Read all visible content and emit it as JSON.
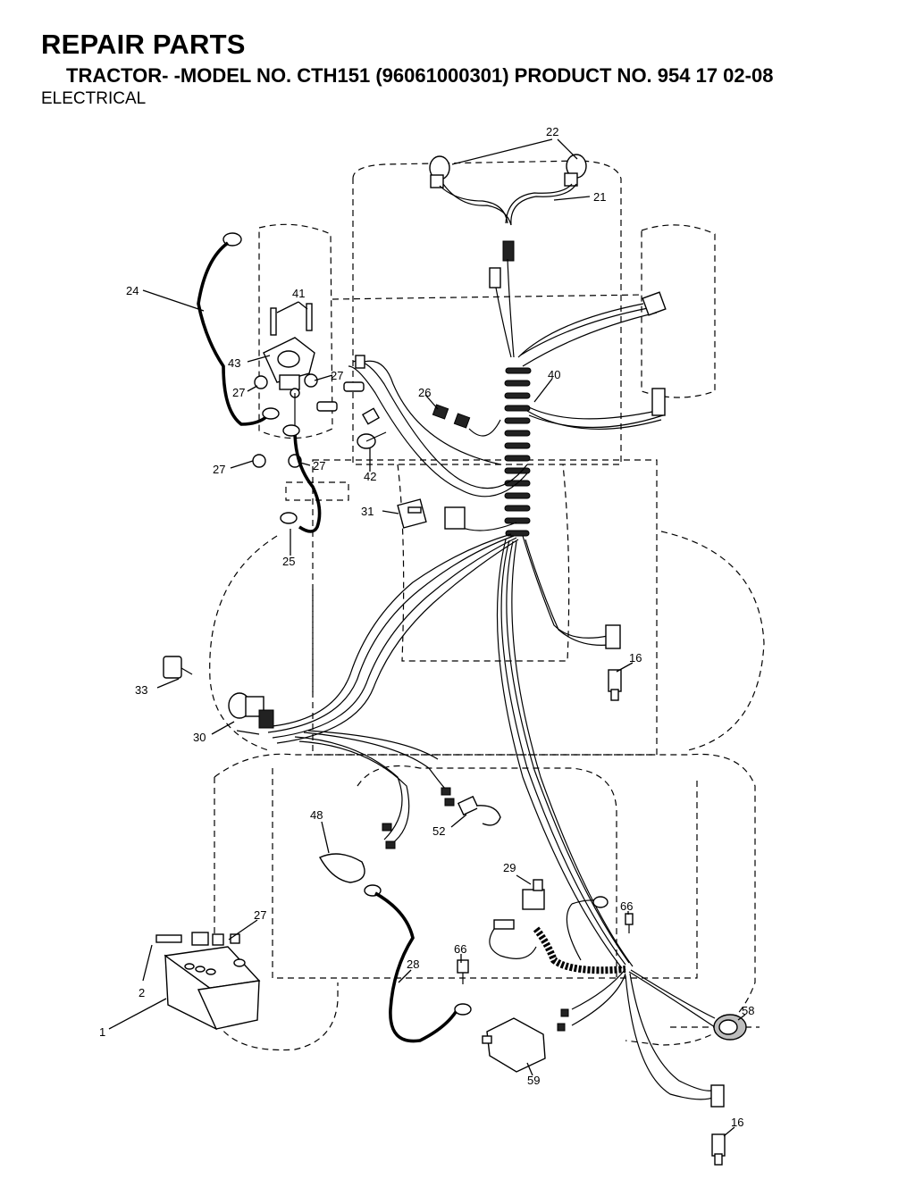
{
  "header": {
    "title": "REPAIR PARTS",
    "subtitle": "TRACTOR- -MODEL NO. CTH151 (96061000301) PRODUCT NO. 954 17 02-08",
    "section": "ELECTRICAL"
  },
  "callouts": {
    "c1": "1",
    "c2": "2",
    "c16a": "16",
    "c16b": "16",
    "c21": "21",
    "c22": "22",
    "c24": "24",
    "c25": "25",
    "c26": "26",
    "c27a": "27",
    "c27b": "27",
    "c27c": "27",
    "c27d": "27",
    "c27e": "27",
    "c28": "28",
    "c29": "29",
    "c30": "30",
    "c31": "31",
    "c33": "33",
    "c40": "40",
    "c41": "41",
    "c42": "42",
    "c43": "43",
    "c48": "48",
    "c52": "52",
    "c58": "58",
    "c59": "59",
    "c66a": "66",
    "c66b": "66"
  }
}
